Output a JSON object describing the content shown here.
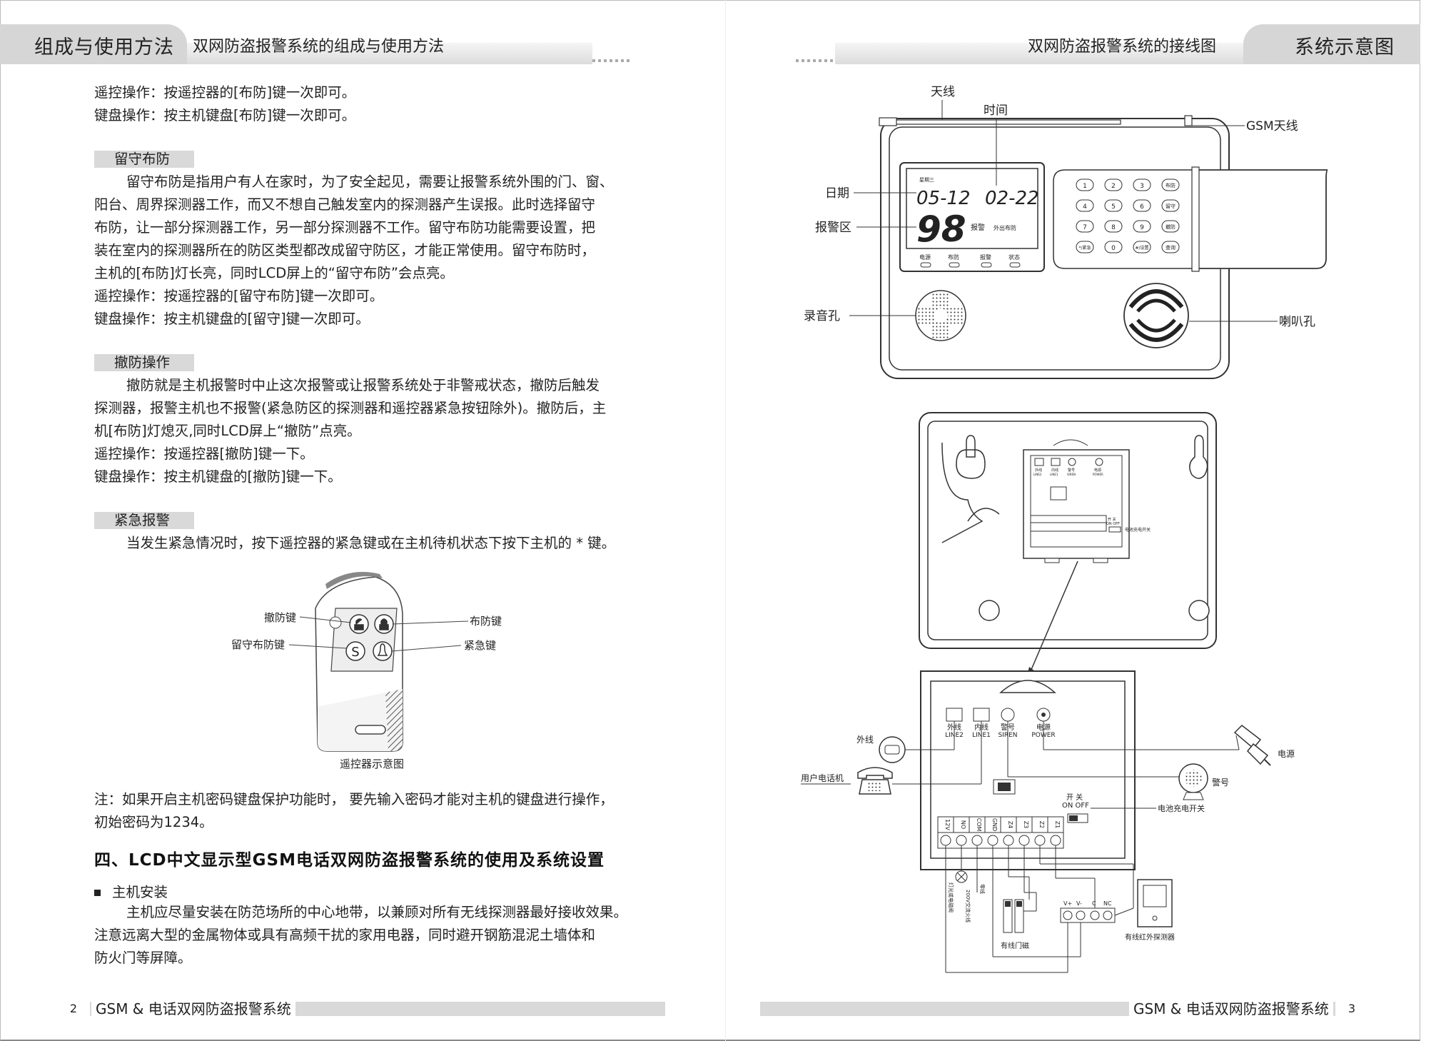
{
  "left_page": {
    "header_tab": "组成与使用方法",
    "header_subtitle": "双网防盗报警系统的组成与使用方法",
    "intro_lines": [
      "遥控操作：按遥控器的[布防]键一次即可。",
      "键盘操作：按主机键盘[布防]键一次即可。"
    ],
    "sections": [
      {
        "label": "留守布防",
        "lines": [
          "留守布防是指用户有人在家时，为了安全起见，需要让报警系统外围的门、窗、",
          "阳台、周界探测器工作，而又不想自己触发室内的探测器产生误报。此时选择留守",
          "布防，让一部分探测器工作，另一部分探测器不工作。留守布防功能需要设置，把",
          "装在室内的探测器所在的防区类型都改成留守防区，才能正常使用。留守布防时，",
          "主机的[布防]灯长亮，同时LCD屏上的“留守布防”会点亮。",
          "遥控操作：按遥控器的[留守布防]键一次即可。",
          "键盘操作：按主机键盘的[留守]键一次即可。"
        ]
      },
      {
        "label": "撤防操作",
        "lines": [
          "撤防就是主机报警时中止这次报警或让报警系统处于非警戒状态，撤防后触发",
          "探测器，报警主机也不报警(紧急防区的探测器和遥控器紧急按钮除外)。撤防后，主",
          "机[布防]灯熄灭,同时LCD屏上“撤防”点亮。",
          "遥控操作：按遥控器[撤防]键一下。",
          "键盘操作：按主机键盘的[撤防]键一下。"
        ]
      },
      {
        "label": "紧急报警",
        "lines": [
          "当发生紧急情况时，按下遥控器的紧急键或在主机待机状态下按下主机的 * 键。"
        ]
      }
    ],
    "remote": {
      "caption": "遥控器示意图",
      "disarm_key": "撤防键",
      "stay_key": "留守布防键",
      "arm_key": "布防键",
      "panic_key": "紧急键",
      "stay_symbol": "S"
    },
    "note_lines": [
      "注：如果开启主机密码键盘保护功能时， 要先输入密码才能对主机的键盘进行操作，",
      "初始密码为1234。"
    ],
    "heading4": "四、LCD中文显示型GSM电话双网防盗报警系统的使用及系统设置",
    "bullet": "主机安装",
    "install_lines": [
      "主机应尽量安装在防范场所的中心地带，以兼顾对所有无线探测器最好接收效果。",
      "注意远离大型的金属物体或具有高频干扰的家用电器，同时避开钢筋混泥土墙体和",
      "防火门等屏障。"
    ],
    "footer_page": "2",
    "footer_text": "GSM & 电话双网防盗报警系统"
  },
  "right_page": {
    "header_tab": "系统示意图",
    "header_subtitle": "双网防盗报警系统的接线图",
    "front": {
      "antenna": "天线",
      "time": "时间",
      "gsm_antenna": "GSM天线",
      "date": "日期",
      "alarm_zone": "报警区",
      "mic": "录音孔",
      "speaker": "喇叭孔",
      "lcd_week": "星期三",
      "lcd_date": "05-12",
      "lcd_time": "02-22",
      "lcd_zone": "98",
      "lcd_alarm": "报警",
      "lcd_away": "外出布防",
      "indicators": [
        "电源",
        "布防",
        "报警",
        "状态"
      ],
      "keypad": [
        "1",
        "2",
        "3",
        "布防",
        "4",
        "5",
        "6",
        "留守",
        "7",
        "8",
        "9",
        "撤防",
        "*/紧急",
        "0",
        "#/设置",
        "查询"
      ]
    },
    "back": {
      "ports_small": [
        "外线",
        "内线",
        "警号",
        "电源"
      ],
      "ports_small_en": [
        "LINE2",
        "LINE1",
        "SIREN",
        "POWER"
      ],
      "switch_small": "开 关",
      "switch_small_en": "ON OFF",
      "battery_switch_small": "电池充电开关"
    },
    "wiring": {
      "outside_line": "外线",
      "user_phone": "用户电话机",
      "power": "电源",
      "siren": "警号",
      "battery_switch": "电池充电开关",
      "ports": [
        {
          "cn": "外线",
          "en": "LINE2"
        },
        {
          "cn": "内线",
          "en": "LINE1"
        },
        {
          "cn": "警号",
          "en": "SIREN"
        },
        {
          "cn": "电源",
          "en": "POWER"
        }
      ],
      "switch_cn": "开 关",
      "switch_en": "ON OFF",
      "terminals": [
        "12V",
        "NO",
        "COM",
        "GND",
        "Z4",
        "Z3",
        "Z2",
        "Z1"
      ],
      "vert_label_1": "灯光或电磁阀",
      "vert_label_2": "200V交流火线",
      "vert_label_3": "零线",
      "detector_terminals": [
        "V+",
        "V-",
        "C",
        "NC"
      ],
      "door_contact": "有线门磁",
      "pir": "有线红外探测器"
    },
    "footer_page": "3",
    "footer_text": "GSM & 电话双网防盗报警系统"
  }
}
